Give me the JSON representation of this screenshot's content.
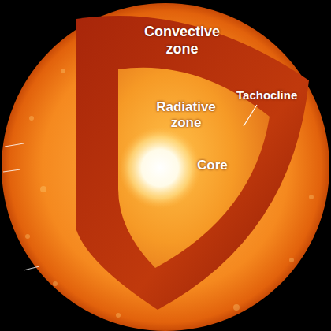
{
  "diagram": {
    "labels": [
      "Convective zone",
      "Tachocline",
      "Radiative zone",
      "Core"
    ]
  }
}
